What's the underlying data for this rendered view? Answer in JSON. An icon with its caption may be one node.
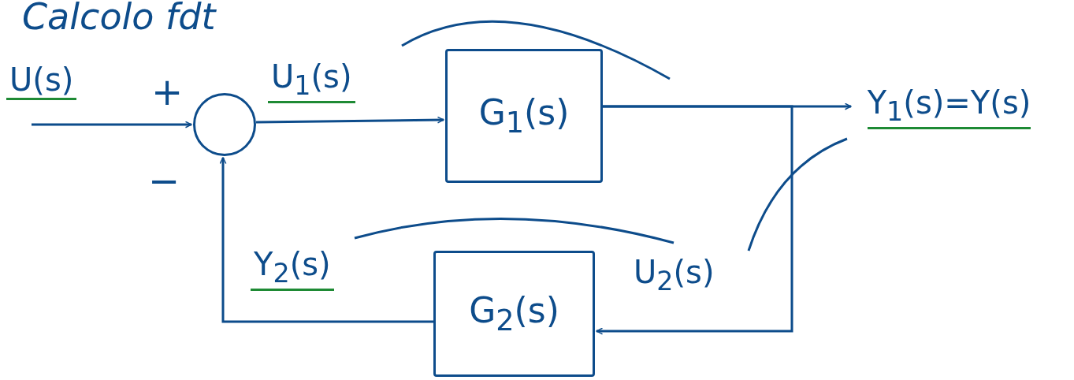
{
  "diagram": {
    "title": "Calcolo fdt",
    "nodes": [
      {
        "text": [],
        "shape": "circle"
      },
      {
        "text": [
          "G$_{1}$(s)"
        ]
      },
      {
        "text": [
          "G$_{2}$(s)"
        ]
      },
      {
        "text": [
          "Y$_{1}$(s)=Y(s)"
        ]
      }
    ],
    "edges": [
      {
        "from": null,
        "to": 0,
        "arrow": "to",
        "label": "U(s)"
      },
      {
        "from": 0,
        "to": 1,
        "arrow": "to",
        "label": "U$_{1}$(s)"
      },
      {
        "from": 1,
        "to": 3,
        "arrow": "to"
      },
      {
        "from": 1,
        "to": 2,
        "arrow": "to",
        "label": "U$_{2}$(s)"
      },
      {
        "from": 2,
        "to": 0,
        "arrow": "to",
        "label": "Y$_{2}$(s)"
      }
    ],
    "labels": [
      "+",
      "−"
    ]
  }
}
